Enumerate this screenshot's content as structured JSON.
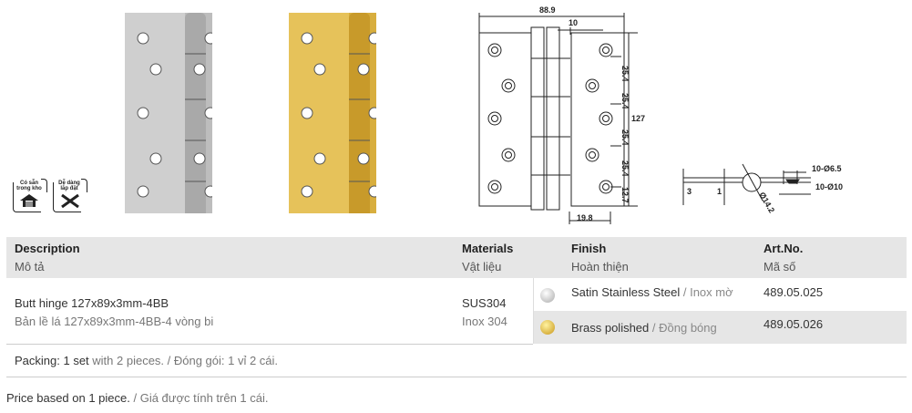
{
  "icons": {
    "in_stock": {
      "label": "Có sẵn trong kho",
      "icon": "warehouse-icon"
    },
    "easy_install": {
      "label": "Dễ dàng lắp đặt",
      "icon": "tools-icon"
    }
  },
  "images": {
    "steel": "satin-stainless-hinge",
    "brass": "brass-polished-hinge"
  },
  "drawing": {
    "width": "88.9",
    "knuckle": "10",
    "pitch": [
      "25.4",
      "25.4",
      "25.4",
      "25.4"
    ],
    "end": "12.7",
    "height": "127",
    "offset": "19.8"
  },
  "side_view": {
    "thick": "3",
    "leaf": "1",
    "diameter": "Ø14.2",
    "hole_small": "10-Ø6.5",
    "hole_large": "10-Ø10"
  },
  "table": {
    "headers": [
      {
        "en": "Description",
        "vi": "Mô tả"
      },
      {
        "en": "Materials",
        "vi": "Vật liệu"
      },
      {
        "en": "Finish",
        "vi": "Hoàn thiện"
      },
      {
        "en": "Art.No.",
        "vi": "Mã số"
      }
    ],
    "description": {
      "en": "Butt hinge 127x89x3mm-4BB",
      "vi": "Bản lề lá 127x89x3mm-4BB-4 vòng bi"
    },
    "material": {
      "en": "SUS304",
      "vi": "Inox 304"
    },
    "finishes": [
      {
        "en": "Satin Stainless Steel",
        "vi": "Inox mờ",
        "art": "489.05.025",
        "color": "#c8c8c8"
      },
      {
        "en": "Brass polished",
        "vi": "Đồng bóng",
        "art": "489.05.026",
        "color": "#d4a92a"
      }
    ]
  },
  "packing": {
    "bold": "Packing: 1 set",
    "rest": " with 2 pieces. / Đóng gói: 1 vỉ 2 cái."
  },
  "price": {
    "bold": "Price based on 1 piece.",
    "rest": " / Giá được tính trên 1 cái."
  },
  "colors": {
    "header_bg": "#e6e6e6",
    "steel": "#c8c8c8",
    "brass": "#d4a92a"
  }
}
